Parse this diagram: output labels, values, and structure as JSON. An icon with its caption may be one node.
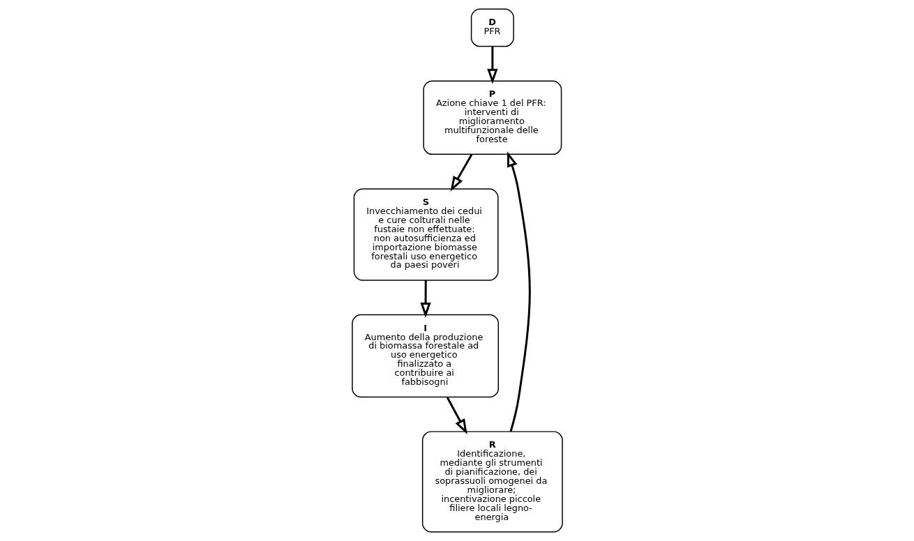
{
  "diagram": {
    "nodes": [
      {
        "text": [
          "D",
          "PFR"
        ]
      },
      {
        "text": [
          "P",
          "Azione chiave 1 del PFR: interventi di miglioramento multifunzionale delle foreste"
        ]
      },
      {
        "text": [
          "S",
          "Invecchiamento dei cedui e cure colturali nelle fustaie non effettuate: non autosufficienza ed importazione biomasse forestali uso energetico da paesi poveri"
        ]
      },
      {
        "text": [
          "I",
          "Aumento della produzione di biomassa forestale ad uso energetico finalizzato a contribuire ai fabbisogni"
        ]
      },
      {
        "text": [
          "R",
          "Identificazione, mediante gli strumenti di pianificazione, dei soprassuoli omogenei da migliorare; incentivazione piccole filiere locali legno-energia"
        ]
      }
    ],
    "edges": [
      {
        "from": 0,
        "to": 1,
        "arrow": "to"
      },
      {
        "from": 1,
        "to": 2,
        "arrow": "to"
      },
      {
        "from": 2,
        "to": 3,
        "arrow": "to"
      },
      {
        "from": 3,
        "to": 4,
        "arrow": "to"
      },
      {
        "from": 4,
        "to": 1,
        "arrow": "to"
      }
    ]
  }
}
